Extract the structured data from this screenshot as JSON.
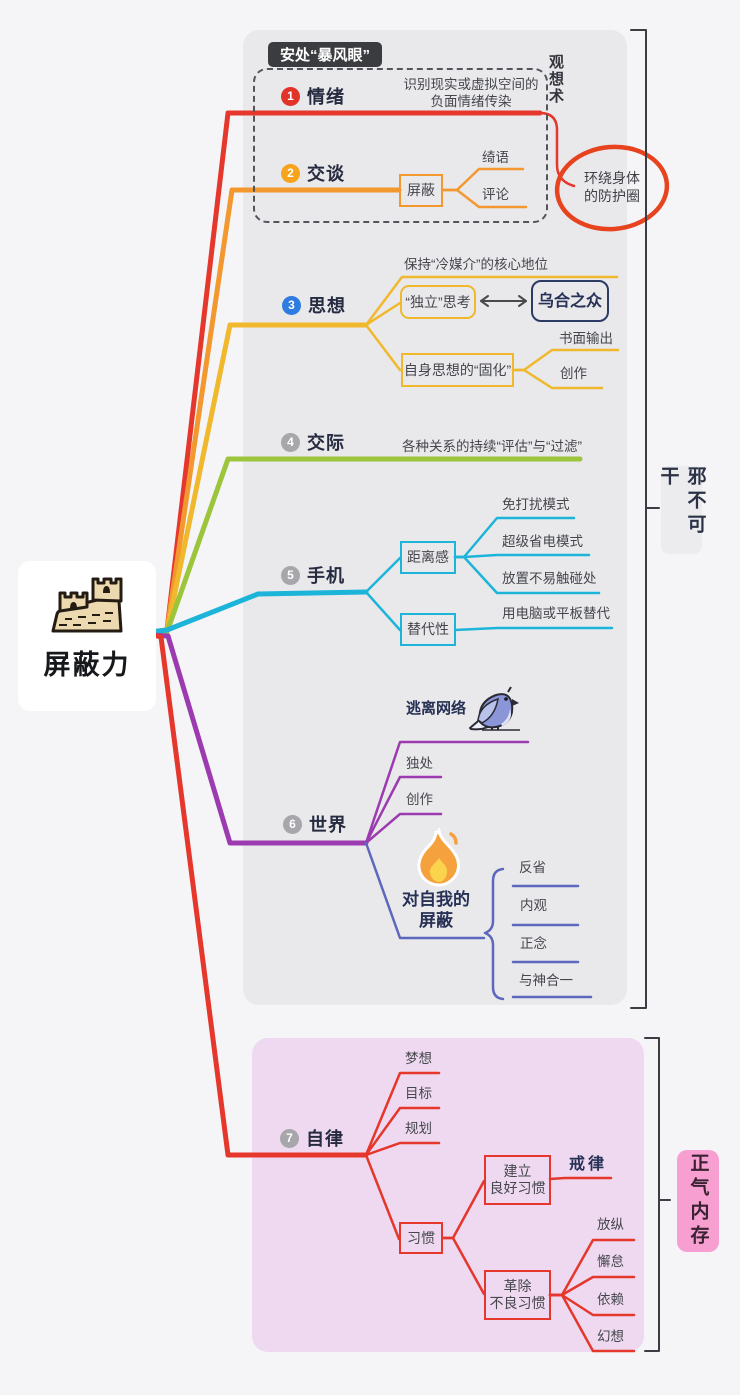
{
  "center": {
    "title": "屏蔽力"
  },
  "storm_badge": {
    "label": "安处“暴风眼”"
  },
  "side_labels": {
    "upper": "邪不可干",
    "lower": "正气内存"
  },
  "annotation": {
    "vertical_label": "观想术",
    "circled_text": "环绕身体\n的防护圈"
  },
  "colors": {
    "branch1_red": "#e5372b",
    "branch2_orange": "#f2982f",
    "branch3_yellow": "#f0b82c",
    "branch4_green": "#9cc53c",
    "branch5_cyan": "#1cb4d8",
    "branch6_purple": "#9c3bb0",
    "branch6_indigo": "#5b68bb",
    "branch7_red": "#e5372b",
    "badge1": "#e23329",
    "badge2": "#f7a41d",
    "badge3": "#2e7ce0",
    "badge_gray": "#a6a6ab",
    "highlight_ellipse": "#e8431f",
    "crowd_box_border": "#2c3a64",
    "panel_gray": "#e9e9ec",
    "panel_pink": "#eed9f1",
    "pink_badge": "#f89fd1",
    "storm_badge_bg": "#3b3c40"
  },
  "b1": {
    "num": "1",
    "title": "情绪",
    "note": "识别现实或虚拟空间的\n负面情绪传染"
  },
  "b2": {
    "num": "2",
    "title": "交谈",
    "box": "屏蔽",
    "child1": "绮语",
    "child2": "评论"
  },
  "b3": {
    "num": "3",
    "title": "思想",
    "note": "保持“冷媒介”的核心地位",
    "independent_think": "“独立”思考",
    "crowd": "乌合之众",
    "solidify": "自身思想的“固化”",
    "child1": "书面输出",
    "child2": "创作"
  },
  "b4": {
    "num": "4",
    "title": "交际",
    "note": "各种关系的持续“评估”与“过滤”"
  },
  "b5": {
    "num": "5",
    "title": "手机",
    "distance_box": "距离感",
    "d1": "免打扰模式",
    "d2": "超级省电模式",
    "d3": "放置不易触碰处",
    "substitute_box": "替代性",
    "s1": "用电脑或平板替代"
  },
  "b6": {
    "num": "6",
    "title": "世界",
    "escape": "逃离网络",
    "c1": "独处",
    "c2": "创作",
    "self_shield": "对自我的\n屏蔽",
    "s1": "反省",
    "s2": "内观",
    "s3": "正念",
    "s4": "与神合一"
  },
  "b7": {
    "num": "7",
    "title": "自律",
    "c1": "梦想",
    "c2": "目标",
    "c3": "规划",
    "habit_box": "习惯",
    "build_box": "建立\n良好习惯",
    "build_child": "戒律",
    "remove_box": "革除\n不良习惯",
    "r1": "放纵",
    "r2": "懈怠",
    "r3": "依赖",
    "r4": "幻想"
  }
}
